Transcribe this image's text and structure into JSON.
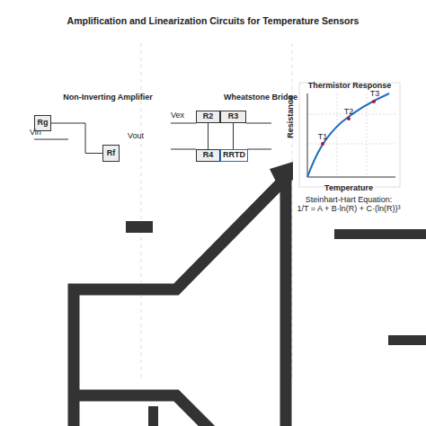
{
  "diagram": {
    "title": "Amplification and Linearization Circuits for Temperature Sensors",
    "nodes": [
      {
        "text": [
          "Rg"
        ]
      },
      {
        "text": [
          "Rf"
        ]
      },
      {
        "text": [
          "R2"
        ]
      },
      {
        "text": [
          "R3"
        ]
      },
      {
        "text": [
          "R4"
        ]
      },
      {
        "text": [
          "RRTD"
        ]
      }
    ],
    "edges": [
      {
        "from": 0,
        "to": 1,
        "arrow": "none"
      },
      {
        "from": 2,
        "to": 4,
        "arrow": "none"
      },
      {
        "from": 3,
        "to": 5,
        "arrow": "none"
      }
    ],
    "labels": [
      "Non-Inverting Amplifier",
      "Vin",
      "Vout",
      "Wheatstone Bridge",
      "Vex",
      "Thermistor Response",
      "Resistance",
      "Temperature",
      "T1",
      "T2",
      "T3",
      "Steinhart-Hart Equation:",
      "1/T = A + B·ln(R) + C·(ln(R))³"
    ]
  }
}
